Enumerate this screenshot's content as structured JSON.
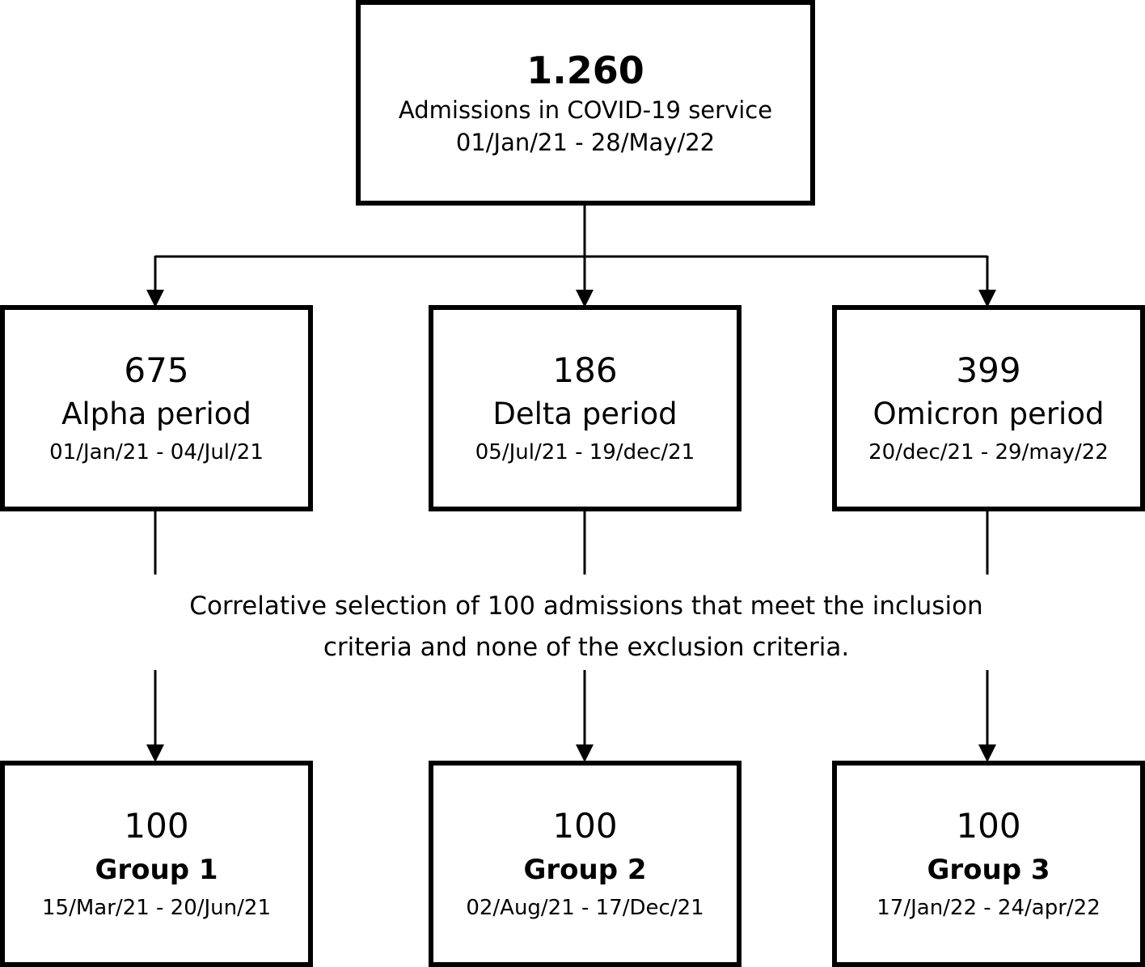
{
  "flowchart": {
    "total": {
      "count": "1.260",
      "label": "Admissions in COVID-19 service",
      "dates": "01/Jan/21 - 28/May/22"
    },
    "periods": [
      {
        "count": "675",
        "label": "Alpha period",
        "dates": "01/Jan/21 - 04/Jul/21"
      },
      {
        "count": "186",
        "label": "Delta period",
        "dates": "05/Jul/21 - 19/dec/21"
      },
      {
        "count": "399",
        "label": "Omicron period",
        "dates": "20/dec/21 - 29/may/22"
      }
    ],
    "selection_note": {
      "line1": "Correlative selection of 100 admissions that meet the inclusion",
      "line2": "criteria and none of the exclusion criteria."
    },
    "groups": [
      {
        "count": "100",
        "label": "Group 1",
        "dates": "15/Mar/21 - 20/Jun/21"
      },
      {
        "count": "100",
        "label": "Group 2",
        "dates": "02/Aug/21 - 17/Dec/21"
      },
      {
        "count": "100",
        "label": "Group 3",
        "dates": "17/Jan/22 - 24/apr/22"
      }
    ]
  }
}
